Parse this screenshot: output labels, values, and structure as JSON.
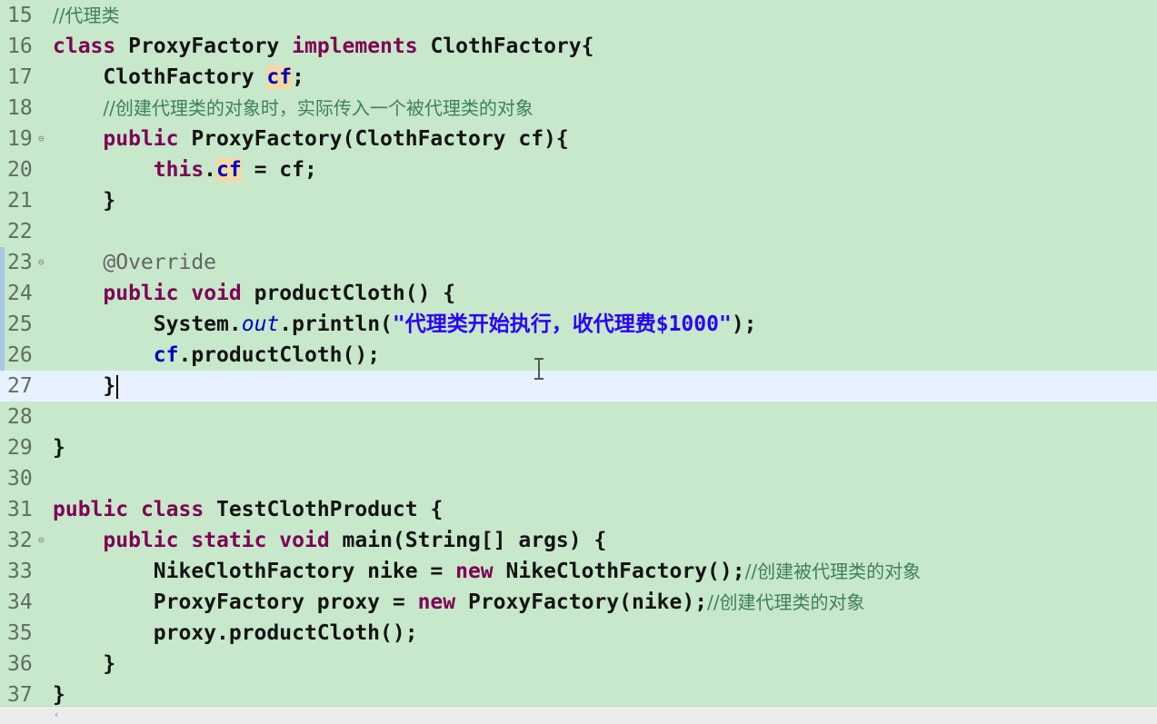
{
  "editor": {
    "lines": [
      {
        "num": "15",
        "fold": "",
        "tokens": [
          {
            "t": "cm",
            "v": "//代理类"
          }
        ]
      },
      {
        "num": "16",
        "fold": "",
        "tokens": [
          {
            "t": "kw",
            "v": "class"
          },
          {
            "t": "tx",
            "v": " ProxyFactory "
          },
          {
            "t": "kw",
            "v": "implements"
          },
          {
            "t": "tx",
            "v": " ClothFactory{"
          }
        ]
      },
      {
        "num": "17",
        "fold": "",
        "tokens": [
          {
            "t": "tx",
            "v": "    ClothFactory "
          },
          {
            "t": "fld hl",
            "v": "cf"
          },
          {
            "t": "tx",
            "v": ";"
          }
        ]
      },
      {
        "num": "18",
        "fold": "",
        "tokens": [
          {
            "t": "tx",
            "v": "    "
          },
          {
            "t": "cm",
            "v": "//创建代理类的对象时，实际传入一个被代理类的对象"
          }
        ]
      },
      {
        "num": "19",
        "fold": "⊖",
        "tokens": [
          {
            "t": "tx",
            "v": "    "
          },
          {
            "t": "kw",
            "v": "public"
          },
          {
            "t": "tx",
            "v": " ProxyFactory(ClothFactory cf){"
          }
        ]
      },
      {
        "num": "20",
        "fold": "",
        "tokens": [
          {
            "t": "tx",
            "v": "        "
          },
          {
            "t": "kw",
            "v": "this"
          },
          {
            "t": "tx",
            "v": "."
          },
          {
            "t": "fld hl",
            "v": "cf"
          },
          {
            "t": "tx",
            "v": " = cf;"
          }
        ]
      },
      {
        "num": "21",
        "fold": "",
        "tokens": [
          {
            "t": "tx",
            "v": "    }"
          }
        ]
      },
      {
        "num": "22",
        "fold": "",
        "tokens": []
      },
      {
        "num": "23",
        "fold": "⊖",
        "tokens": [
          {
            "t": "tx",
            "v": "    "
          },
          {
            "t": "ann",
            "v": "@Override"
          }
        ]
      },
      {
        "num": "24",
        "fold": "",
        "tokens": [
          {
            "t": "tx",
            "v": "    "
          },
          {
            "t": "kw",
            "v": "public"
          },
          {
            "t": "tx",
            "v": " "
          },
          {
            "t": "kw",
            "v": "void"
          },
          {
            "t": "tx",
            "v": " productCloth() {"
          }
        ]
      },
      {
        "num": "25",
        "fold": "",
        "tokens": [
          {
            "t": "tx",
            "v": "        System."
          },
          {
            "t": "sfld",
            "v": "out"
          },
          {
            "t": "tx",
            "v": ".println("
          },
          {
            "t": "str",
            "v": "\"代理类开始执行，收代理费$1000\""
          },
          {
            "t": "tx",
            "v": ");"
          }
        ]
      },
      {
        "num": "26",
        "fold": "",
        "tokens": [
          {
            "t": "tx",
            "v": "        "
          },
          {
            "t": "fld",
            "v": "cf"
          },
          {
            "t": "tx",
            "v": ".productCloth();"
          }
        ]
      },
      {
        "num": "27",
        "fold": "",
        "current": true,
        "tokens": [
          {
            "t": "tx",
            "v": "    }"
          }
        ]
      },
      {
        "num": "28",
        "fold": "",
        "tokens": []
      },
      {
        "num": "29",
        "fold": "",
        "tokens": [
          {
            "t": "tx",
            "v": "}"
          }
        ]
      },
      {
        "num": "30",
        "fold": "",
        "tokens": []
      },
      {
        "num": "31",
        "fold": "",
        "tokens": [
          {
            "t": "kw",
            "v": "public"
          },
          {
            "t": "tx",
            "v": " "
          },
          {
            "t": "kw",
            "v": "class"
          },
          {
            "t": "tx",
            "v": " TestClothProduct {"
          }
        ]
      },
      {
        "num": "32",
        "fold": "⊖",
        "tokens": [
          {
            "t": "tx",
            "v": "    "
          },
          {
            "t": "kw",
            "v": "public"
          },
          {
            "t": "tx",
            "v": " "
          },
          {
            "t": "kw",
            "v": "static"
          },
          {
            "t": "tx",
            "v": " "
          },
          {
            "t": "kw",
            "v": "void"
          },
          {
            "t": "tx",
            "v": " main(String[] args) {"
          }
        ]
      },
      {
        "num": "33",
        "fold": "",
        "tokens": [
          {
            "t": "tx",
            "v": "        NikeClothFactory nike = "
          },
          {
            "t": "kw",
            "v": "new"
          },
          {
            "t": "tx",
            "v": " NikeClothFactory();"
          },
          {
            "t": "cm",
            "v": "//创建被代理类的对象"
          }
        ]
      },
      {
        "num": "34",
        "fold": "",
        "tokens": [
          {
            "t": "tx",
            "v": "        ProxyFactory proxy = "
          },
          {
            "t": "kw",
            "v": "new"
          },
          {
            "t": "tx",
            "v": " ProxyFactory(nike);"
          },
          {
            "t": "cm",
            "v": "//创建代理类的对象"
          }
        ]
      },
      {
        "num": "35",
        "fold": "",
        "tokens": [
          {
            "t": "tx",
            "v": "        proxy.productCloth();"
          }
        ]
      },
      {
        "num": "36",
        "fold": "",
        "tokens": [
          {
            "t": "tx",
            "v": "    }"
          }
        ]
      },
      {
        "num": "37",
        "fold": "",
        "tokens": [
          {
            "t": "tx",
            "v": "}"
          }
        ]
      }
    ]
  },
  "scrollbar": {
    "left_arrow": "‹"
  },
  "colors": {
    "background": "#c7e8ca",
    "keyword": "#7f0055",
    "comment": "#3f7f5f",
    "string": "#2a00ff",
    "field": "#0000c0",
    "annotation": "#646464",
    "current_line": "#e8f2fe",
    "occurrence_highlight": "#f3d9a3"
  }
}
